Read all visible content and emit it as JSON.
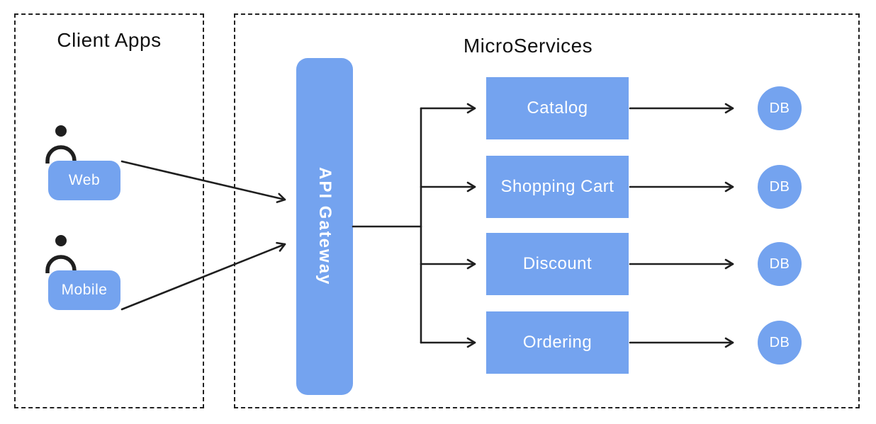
{
  "colors": {
    "accent_blue": "#74a3ef",
    "line_dark": "#1f1f1f",
    "text_on_blue": "#ffffff",
    "background": "#ffffff"
  },
  "client_apps": {
    "title": "Client Apps",
    "items": [
      {
        "label": "Web",
        "icon": "user-icon"
      },
      {
        "label": "Mobile",
        "icon": "user-icon"
      }
    ]
  },
  "microservices": {
    "title": "MicroServices",
    "gateway": {
      "label": "API Gateway"
    },
    "services": [
      {
        "label": "Catalog",
        "db": "DB"
      },
      {
        "label": "Shopping Cart",
        "db": "DB"
      },
      {
        "label": "Discount",
        "db": "DB"
      },
      {
        "label": "Ordering",
        "db": "DB"
      }
    ]
  }
}
